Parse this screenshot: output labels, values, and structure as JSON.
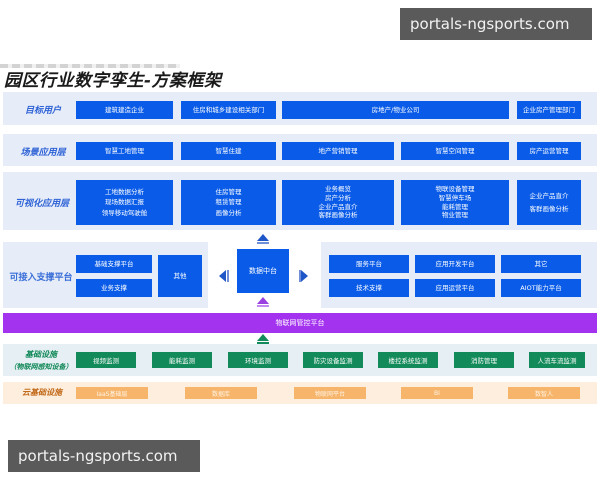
{
  "watermarks": {
    "top": "portals-ngsports.com",
    "bottom": "portals-ngsports.com"
  },
  "title": "园区行业数字孪生-方案框架",
  "colors": {
    "primary_blue": "#0a5ce8",
    "band_bg": "#e6ecf8",
    "purple": "#a433f0",
    "green": "#138a5a",
    "green_bg": "#e5f0f2",
    "orange": "#f6b56b",
    "orange_bg": "#fdeede",
    "label_blue": "#2f63d6"
  },
  "layers": {
    "target_users": {
      "label": "目标用户",
      "items": [
        "建筑建造企业",
        "住房和城乡建设相关部门",
        "房地产/物业公司",
        "企业房产管理部门"
      ]
    },
    "scenario_app": {
      "label": "场景应用层",
      "items": [
        "智慧工地管理",
        "智慧住建",
        "地产营销管理",
        "智慧空间管理",
        "房产运营管理"
      ]
    },
    "visual_app": {
      "label": "可视化应用层",
      "groups": [
        [
          "工地数据分析",
          "现场数据汇报",
          "领导移动驾驶舱"
        ],
        [
          "住房管理",
          "租赁管理",
          "画像分析"
        ],
        [
          "业务概览",
          "房产分析",
          "企业产品直介",
          "客群画像分析"
        ],
        [
          "物联设备管理",
          "智慧停车场",
          "能耗管理",
          "物业管理"
        ],
        [
          "企业产品直介",
          "客群画像分析"
        ]
      ]
    },
    "access_platform": {
      "label": "可接入支撑平台",
      "left_items": [
        "基础支撑平台",
        "业务支撑"
      ],
      "other": "其他",
      "center": "数据中台",
      "right_items": [
        "服务平台",
        "应用开发平台",
        "其它",
        "技术支撑",
        "应用运营平台",
        "AIOT能力平台"
      ]
    },
    "iot_platform": {
      "label": "物联网管控平台"
    },
    "infrastructure": {
      "label_line1": "基础设施",
      "label_line2": "（物联网感知设备）",
      "items": [
        "视频监测",
        "能耗监测",
        "环境监测",
        "防灾设备监测",
        "楼控系统监测",
        "消防管理",
        "人流车流监测"
      ]
    },
    "cloud": {
      "label": "云基础设施",
      "items": [
        "IaaS基础层",
        "数据库",
        "物联网平台",
        "BI",
        "数智人"
      ]
    }
  },
  "icons": {
    "up_arrow": "arrow-up-icon",
    "left_arrow": "arrow-left-icon",
    "right_arrow": "arrow-right-icon"
  }
}
